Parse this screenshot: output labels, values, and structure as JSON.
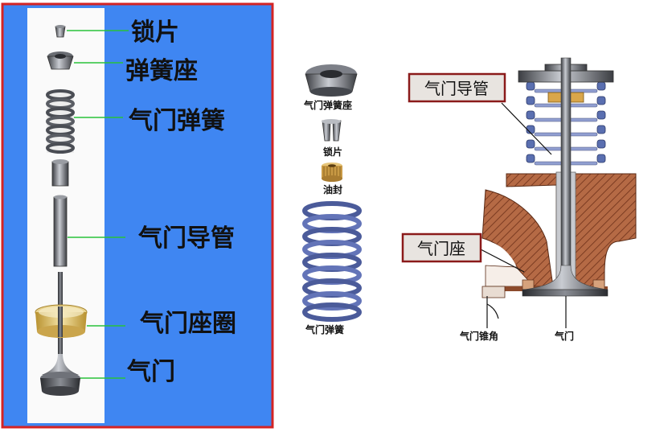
{
  "left_panel": {
    "labels": {
      "keeper": "锁片",
      "spring_seat": "弹簧座",
      "valve_spring": "气门弹簧",
      "valve_guide": "气门导管",
      "valve_seat_ring": "气门座圈",
      "valve": "气门"
    }
  },
  "middle_panel": {
    "labels": {
      "spring_seat": "气门弹簧座",
      "keeper": "锁片",
      "oil_seal": "油封",
      "valve_spring": "气门弹簧"
    }
  },
  "right_panel": {
    "labels": {
      "valve_guide": "气门导管",
      "valve_seat": "气门座",
      "cone_angle": "气门锥角",
      "valve": "气门"
    }
  },
  "colors": {
    "blue_bg": "#3f86f2",
    "frame_red": "#d42424",
    "connector_green": "#29c23a",
    "callout_border": "#8b1a1a",
    "callout_bg": "#e8e4e0",
    "casting_brown": "#c97a52",
    "spring_blue": "#5a6fb0"
  }
}
